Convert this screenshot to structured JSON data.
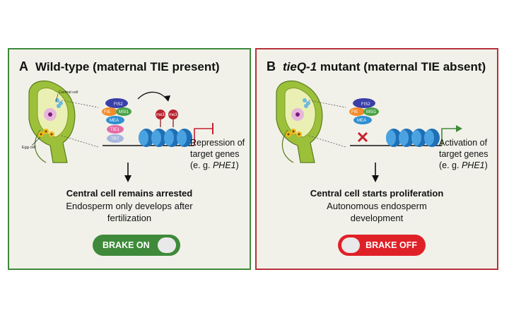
{
  "panel_a": {
    "letter": "A",
    "title": "Wild-type (maternal TIE present)",
    "labels": {
      "central_cell": "Central cell",
      "egg_cell": "Egg cell",
      "fis2": "FIS2",
      "fie": "FIE",
      "msi1": "MSI1",
      "mea": "MEA",
      "tie1": "TIE1",
      "tr7": "TR7",
      "me3_left": "me3",
      "me3_right": "me3"
    },
    "target_line1": "Repression of",
    "target_line2": "target genes",
    "target_prefix": "(e. g. ",
    "target_gene": "PHE1",
    "target_suffix": ")",
    "outcome_head": "Central cell remains arrested",
    "outcome_line1": "Endosperm only develops after",
    "outcome_line2": "fertilization",
    "toggle_label": "BRAKE ON",
    "accent": "#3f8a3a"
  },
  "panel_b": {
    "letter": "B",
    "title_italic": "tieQ-1",
    "title_rest": "mutant (maternal TIE absent)",
    "labels": {
      "fis2": "FIS2",
      "fie": "FIE",
      "msi1": "MSI1",
      "mea": "MEA"
    },
    "target_line1": "Activation of",
    "target_line2": "target genes",
    "target_prefix": "(e. g. ",
    "target_gene": "PHE1",
    "target_suffix": ")",
    "outcome_head": "Central cell starts proliferation",
    "outcome_line1": "Autonomous endosperm",
    "outcome_line2": "development",
    "toggle_label": "BRAKE OFF",
    "accent": "#e02027"
  }
}
